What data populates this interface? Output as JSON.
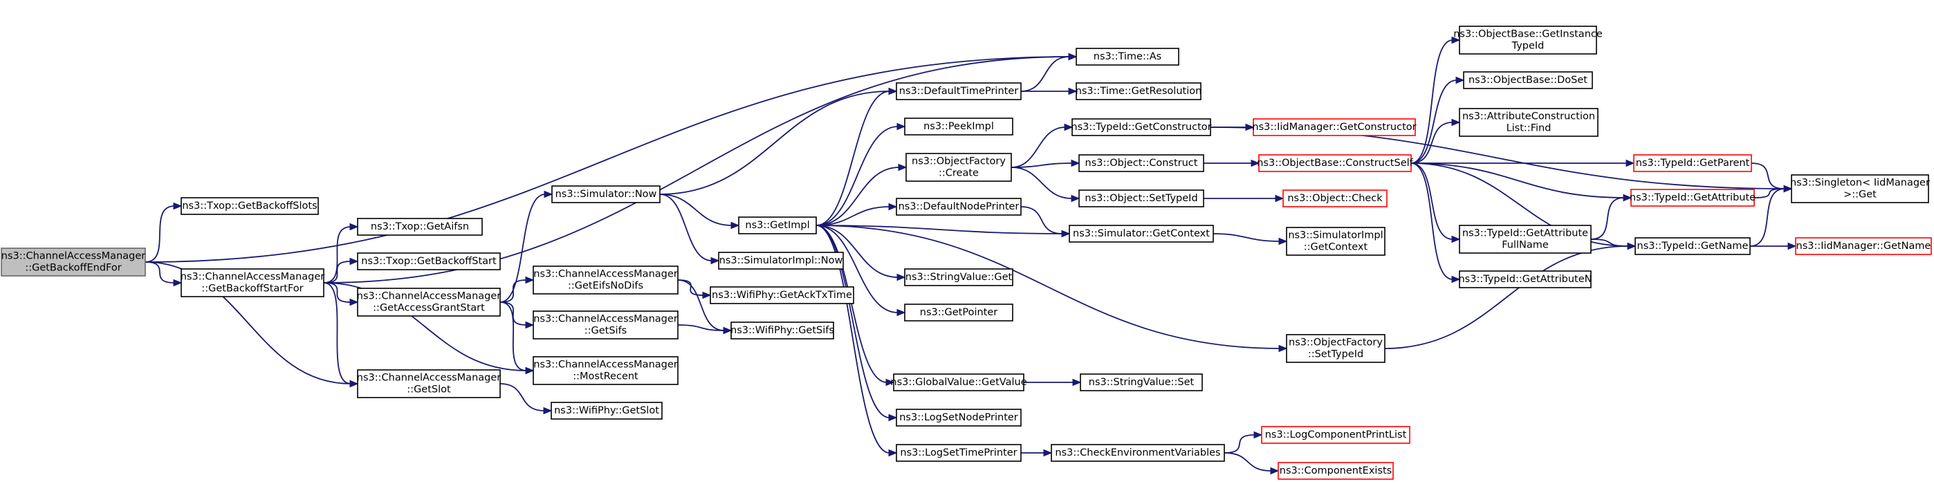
{
  "nodes": [
    {
      "id": "root",
      "lines": [
        "ns3::ChannelAccessManager",
        "::GetBackoffEndFor"
      ],
      "style": "root",
      "interactable": true
    },
    {
      "id": "getBackoffSlots",
      "lines": [
        "ns3::Txop::GetBackoffSlots"
      ]
    },
    {
      "id": "getBackoffStartFor",
      "lines": [
        "ns3::ChannelAccessManager",
        "::GetBackoffStartFor"
      ]
    },
    {
      "id": "getAifsn",
      "lines": [
        "ns3::Txop::GetAifsn"
      ]
    },
    {
      "id": "getBackoffStart",
      "lines": [
        "ns3::Txop::GetBackoffStart"
      ]
    },
    {
      "id": "getAccessGrantStart",
      "lines": [
        "ns3::ChannelAccessManager",
        "::GetAccessGrantStart"
      ]
    },
    {
      "id": "getSlot",
      "lines": [
        "ns3::ChannelAccessManager",
        "::GetSlot"
      ]
    },
    {
      "id": "wifiGetSlot",
      "lines": [
        "ns3::WifiPhy::GetSlot"
      ]
    },
    {
      "id": "simNow",
      "lines": [
        "ns3::Simulator::Now"
      ]
    },
    {
      "id": "getEifsNoDifs",
      "lines": [
        "ns3::ChannelAccessManager",
        "::GetEifsNoDifs"
      ]
    },
    {
      "id": "getSifs",
      "lines": [
        "ns3::ChannelAccessManager",
        "::GetSifs"
      ]
    },
    {
      "id": "mostRecent",
      "lines": [
        "ns3::ChannelAccessManager",
        "::MostRecent"
      ]
    },
    {
      "id": "getImpl",
      "lines": [
        "ns3::GetImpl"
      ]
    },
    {
      "id": "simImplNow",
      "lines": [
        "ns3::SimulatorImpl::Now"
      ]
    },
    {
      "id": "getAckTxTime",
      "lines": [
        "ns3::WifiPhy::GetAckTxTime"
      ]
    },
    {
      "id": "wifiGetSifs",
      "lines": [
        "ns3::WifiPhy::GetSifs"
      ]
    },
    {
      "id": "defaultTimePrinter",
      "lines": [
        "ns3::DefaultTimePrinter"
      ]
    },
    {
      "id": "timeAs",
      "lines": [
        "ns3::Time::As"
      ]
    },
    {
      "id": "timeGetResolution",
      "lines": [
        "ns3::Time::GetResolution"
      ]
    },
    {
      "id": "peekImpl",
      "lines": [
        "ns3::PeekImpl"
      ]
    },
    {
      "id": "objFactoryCreate",
      "lines": [
        "ns3::ObjectFactory",
        "::Create"
      ]
    },
    {
      "id": "defaultNodePrinter",
      "lines": [
        "ns3::DefaultNodePrinter"
      ]
    },
    {
      "id": "stringValueGet",
      "lines": [
        "ns3::StringValue::Get"
      ]
    },
    {
      "id": "getPointer",
      "lines": [
        "ns3::GetPointer"
      ]
    },
    {
      "id": "globalValueGetValue",
      "lines": [
        "ns3::GlobalValue::GetValue"
      ]
    },
    {
      "id": "logSetNodePrinter",
      "lines": [
        "ns3::LogSetNodePrinter"
      ]
    },
    {
      "id": "logSetTimePrinter",
      "lines": [
        "ns3::LogSetTimePrinter"
      ]
    },
    {
      "id": "typeIdGetConstructor",
      "lines": [
        "ns3::TypeId::GetConstructor"
      ]
    },
    {
      "id": "objectConstruct",
      "lines": [
        "ns3::Object::Construct"
      ]
    },
    {
      "id": "objectSetTypeId",
      "lines": [
        "ns3::Object::SetTypeId"
      ]
    },
    {
      "id": "simGetContext",
      "lines": [
        "ns3::Simulator::GetContext"
      ]
    },
    {
      "id": "objFactorySetTypeId",
      "lines": [
        "ns3::ObjectFactory",
        "::SetTypeId"
      ]
    },
    {
      "id": "stringValueSet",
      "lines": [
        "ns3::StringValue::Set"
      ]
    },
    {
      "id": "checkEnvVars",
      "lines": [
        "ns3::CheckEnvironmentVariables"
      ]
    },
    {
      "id": "iidGetConstructor",
      "lines": [
        "ns3::IidManager::GetConstructor"
      ],
      "style": "red"
    },
    {
      "id": "constructSelf",
      "lines": [
        "ns3::ObjectBase::ConstructSelf"
      ],
      "style": "red"
    },
    {
      "id": "objectCheck",
      "lines": [
        "ns3::Object::Check"
      ],
      "style": "red"
    },
    {
      "id": "simImplGetContext",
      "lines": [
        "ns3::SimulatorImpl",
        "::GetContext"
      ]
    },
    {
      "id": "logComponentPrintList",
      "lines": [
        "ns3::LogComponentPrintList"
      ],
      "style": "red"
    },
    {
      "id": "componentExists",
      "lines": [
        "ns3::ComponentExists"
      ],
      "style": "red"
    },
    {
      "id": "getInstanceTypeId",
      "lines": [
        "ns3::ObjectBase::GetInstance",
        "TypeId"
      ]
    },
    {
      "id": "doSet",
      "lines": [
        "ns3::ObjectBase::DoSet"
      ]
    },
    {
      "id": "attrConstructionListFind",
      "lines": [
        "ns3::AttributeConstruction",
        "List::Find"
      ]
    },
    {
      "id": "typeIdGetAttributeFullName",
      "lines": [
        "ns3::TypeId::GetAttribute",
        "FullName"
      ]
    },
    {
      "id": "typeIdGetAttributeN",
      "lines": [
        "ns3::TypeId::GetAttributeN"
      ]
    },
    {
      "id": "typeIdGetParent",
      "lines": [
        "ns3::TypeId::GetParent"
      ],
      "style": "red"
    },
    {
      "id": "typeIdGetAttribute",
      "lines": [
        "ns3::TypeId::GetAttribute"
      ],
      "style": "red"
    },
    {
      "id": "typeIdGetName",
      "lines": [
        "ns3::TypeId::GetName"
      ]
    },
    {
      "id": "singletonGet",
      "lines": [
        "ns3::Singleton< IidManager",
        ">::Get"
      ]
    },
    {
      "id": "iidGetName",
      "lines": [
        "ns3::IidManager::GetName"
      ],
      "style": "red"
    }
  ],
  "edges": [
    [
      "root",
      "getBackoffSlots"
    ],
    [
      "root",
      "getBackoffStartFor"
    ],
    [
      "root",
      "getSlot"
    ],
    [
      "root",
      "timeAs"
    ],
    [
      "getBackoffStartFor",
      "getAifsn"
    ],
    [
      "getBackoffStartFor",
      "getBackoffStart"
    ],
    [
      "getBackoffStartFor",
      "getAccessGrantStart"
    ],
    [
      "getBackoffStartFor",
      "getSlot"
    ],
    [
      "getBackoffStartFor",
      "mostRecent"
    ],
    [
      "getBackoffStartFor",
      "timeAs"
    ],
    [
      "getAccessGrantStart",
      "simNow"
    ],
    [
      "getAccessGrantStart",
      "getEifsNoDifs"
    ],
    [
      "getAccessGrantStart",
      "getSifs"
    ],
    [
      "getAccessGrantStart",
      "mostRecent"
    ],
    [
      "getSlot",
      "wifiGetSlot"
    ],
    [
      "simNow",
      "getImpl"
    ],
    [
      "simNow",
      "simImplNow"
    ],
    [
      "simNow",
      "defaultTimePrinter"
    ],
    [
      "getEifsNoDifs",
      "getAckTxTime"
    ],
    [
      "getEifsNoDifs",
      "wifiGetSifs"
    ],
    [
      "getSifs",
      "wifiGetSifs"
    ],
    [
      "getImpl",
      "defaultTimePrinter"
    ],
    [
      "getImpl",
      "peekImpl"
    ],
    [
      "getImpl",
      "objFactoryCreate"
    ],
    [
      "getImpl",
      "defaultNodePrinter"
    ],
    [
      "getImpl",
      "stringValueGet"
    ],
    [
      "getImpl",
      "getPointer"
    ],
    [
      "getImpl",
      "globalValueGetValue"
    ],
    [
      "getImpl",
      "logSetNodePrinter"
    ],
    [
      "getImpl",
      "logSetTimePrinter"
    ],
    [
      "getImpl",
      "simGetContext"
    ],
    [
      "getImpl",
      "objFactorySetTypeId"
    ],
    [
      "defaultTimePrinter",
      "timeAs"
    ],
    [
      "defaultTimePrinter",
      "timeGetResolution"
    ],
    [
      "objFactoryCreate",
      "typeIdGetConstructor"
    ],
    [
      "objFactoryCreate",
      "objectConstruct"
    ],
    [
      "objFactoryCreate",
      "objectSetTypeId"
    ],
    [
      "defaultNodePrinter",
      "simGetContext"
    ],
    [
      "globalValueGetValue",
      "stringValueSet"
    ],
    [
      "logSetTimePrinter",
      "checkEnvVars"
    ],
    [
      "typeIdGetConstructor",
      "iidGetConstructor"
    ],
    [
      "typeIdGetConstructor",
      "singletonGet"
    ],
    [
      "objectConstruct",
      "constructSelf"
    ],
    [
      "objectSetTypeId",
      "objectCheck"
    ],
    [
      "simGetContext",
      "simImplGetContext"
    ],
    [
      "objFactorySetTypeId",
      "typeIdGetName"
    ],
    [
      "checkEnvVars",
      "logComponentPrintList"
    ],
    [
      "checkEnvVars",
      "componentExists"
    ],
    [
      "constructSelf",
      "getInstanceTypeId"
    ],
    [
      "constructSelf",
      "doSet"
    ],
    [
      "constructSelf",
      "attrConstructionListFind"
    ],
    [
      "constructSelf",
      "typeIdGetParent"
    ],
    [
      "constructSelf",
      "typeIdGetAttribute"
    ],
    [
      "constructSelf",
      "typeIdGetAttributeFullName"
    ],
    [
      "constructSelf",
      "typeIdGetAttributeN"
    ],
    [
      "constructSelf",
      "typeIdGetName"
    ],
    [
      "typeIdGetAttributeFullName",
      "typeIdGetAttribute"
    ],
    [
      "typeIdGetAttributeFullName",
      "typeIdGetName"
    ],
    [
      "typeIdGetParent",
      "singletonGet"
    ],
    [
      "typeIdGetAttribute",
      "singletonGet"
    ],
    [
      "typeIdGetName",
      "singletonGet"
    ],
    [
      "typeIdGetName",
      "iidGetName"
    ]
  ]
}
